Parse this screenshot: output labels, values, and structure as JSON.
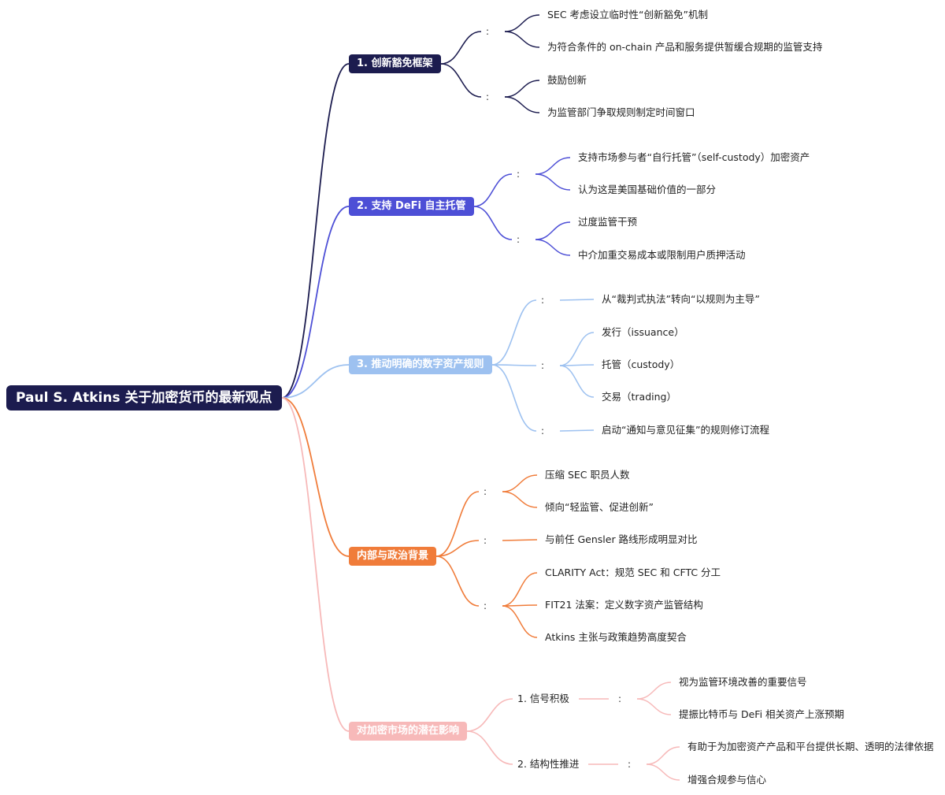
{
  "root": {
    "label": "Paul S. Atkins 关于加密货币的最新观点"
  },
  "branches": [
    {
      "label": "1. 创新豁免框架",
      "color": "#1c1c4f",
      "groups": [
        {
          "label": ":",
          "items": [
            "SEC 考虑设立临时性“创新豁免”机制",
            "为符合条件的 on-chain 产品和服务提供暂缓合规期的监管支持"
          ]
        },
        {
          "label": ":",
          "items": [
            "鼓励创新",
            "为监管部门争取规则制定时间窗口"
          ]
        }
      ]
    },
    {
      "label": "2. 支持 DeFi 自主托管",
      "color": "#4d4fd6",
      "groups": [
        {
          "label": ":",
          "items": [
            "支持市场参与者“自行托管”（self-custody）加密资产",
            "认为这是美国基础价值的一部分"
          ]
        },
        {
          "label": ":",
          "items": [
            "过度监管干预",
            "中介加重交易成本或限制用户质押活动"
          ]
        }
      ]
    },
    {
      "label": "3. 推动明确的数字资产规则",
      "color": "#9dc1f0",
      "groups": [
        {
          "label": ":",
          "items": [
            "从“裁判式执法”转向“以规则为主导”"
          ]
        },
        {
          "label": ":",
          "items": [
            "发行（issuance）",
            "托管（custody）",
            "交易（trading）"
          ]
        },
        {
          "label": ":",
          "items": [
            "启动“通知与意见征集”的规则修订流程"
          ]
        }
      ]
    },
    {
      "label": "内部与政治背景",
      "color": "#f07c3a",
      "groups": [
        {
          "label": ":",
          "items": [
            "压缩 SEC 职员人数",
            "倾向“轻监管、促进创新”"
          ]
        },
        {
          "label": ":",
          "items": [
            "与前任 Gensler 路线形成明显对比"
          ]
        },
        {
          "label": ":",
          "items": [
            "CLARITY Act：规范 SEC 和 CFTC 分工",
            "FIT21 法案：定义数字资产监管结构",
            "Atkins 主张与政策趋势高度契合"
          ]
        }
      ]
    },
    {
      "label": "对加密市场的潜在影响",
      "color": "#f7b9b9",
      "subs": [
        {
          "label": "1. 信号积极",
          "colon": ":",
          "items": [
            "视为监管环境改善的重要信号",
            "提振比特币与 DeFi 相关资产上涨预期"
          ]
        },
        {
          "label": "2. 结构性推进",
          "colon": ":",
          "items": [
            "有助于为加密资产产品和平台提供长期、透明的法律依据",
            "增强合规参与信心"
          ]
        }
      ]
    }
  ]
}
